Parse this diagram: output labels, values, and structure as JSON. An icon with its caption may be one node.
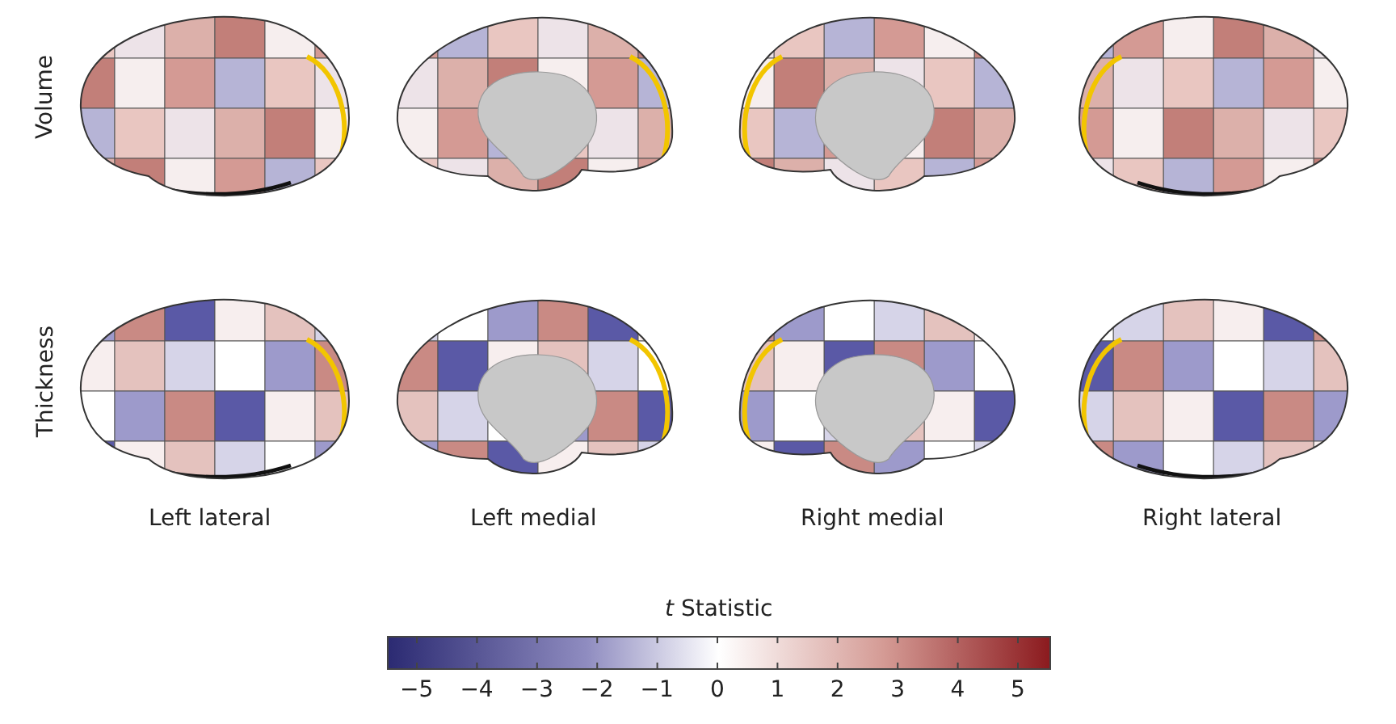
{
  "diagram": {
    "labels": [
      "Volume",
      "Thickness",
      "Left lateral",
      "Left medial",
      "Right medial",
      "Right lateral",
      "*t* Statistic",
      "−5",
      "−4",
      "−3",
      "−2",
      "−1",
      "0",
      "1",
      "2",
      "3",
      "4",
      "5"
    ]
  }
}
